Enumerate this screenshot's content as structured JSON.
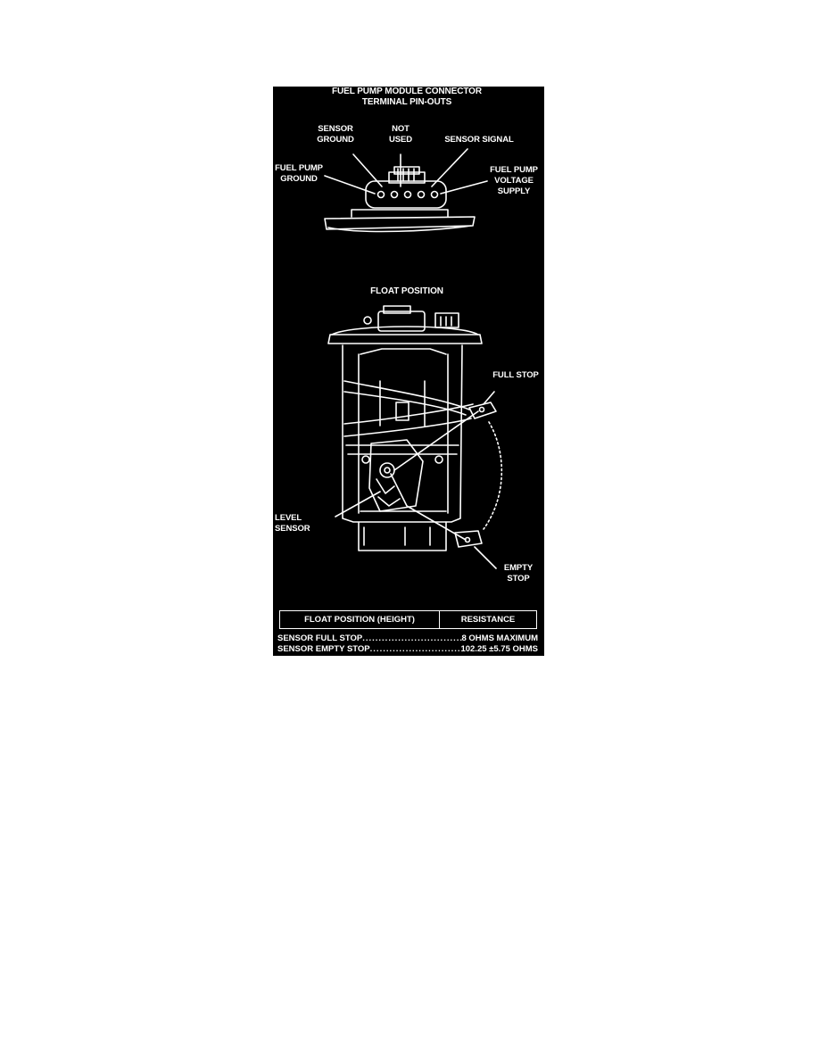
{
  "connector": {
    "title_line1": "FUEL PUMP MODULE CONNECTOR",
    "title_line2": "TERMINAL PIN-OUTS",
    "sensor_ground": [
      "SENSOR",
      "GROUND"
    ],
    "not_used": [
      "NOT",
      "USED"
    ],
    "sensor_signal": "SENSOR SIGNAL",
    "fuel_pump_ground": [
      "FUEL PUMP",
      "GROUND"
    ],
    "fuel_pump_voltage_supply": [
      "FUEL PUMP",
      "VOLTAGE",
      "SUPPLY"
    ]
  },
  "float": {
    "title": "FLOAT POSITION",
    "full_stop": "FULL STOP",
    "level_sensor": [
      "LEVEL",
      "SENSOR"
    ],
    "empty_stop": [
      "EMPTY",
      "STOP"
    ]
  },
  "table": {
    "header_col1": "FLOAT POSITION (HEIGHT)",
    "header_col2": "RESISTANCE",
    "rows": [
      {
        "label": "SENSOR FULL STOP",
        "value": "8 OHMS MAXIMUM"
      },
      {
        "label": "SENSOR EMPTY STOP",
        "value": "102.25 ±5.75 OHMS"
      }
    ]
  },
  "colors": {
    "background": "#000000",
    "ink": "#ffffff",
    "page": "#ffffff"
  }
}
